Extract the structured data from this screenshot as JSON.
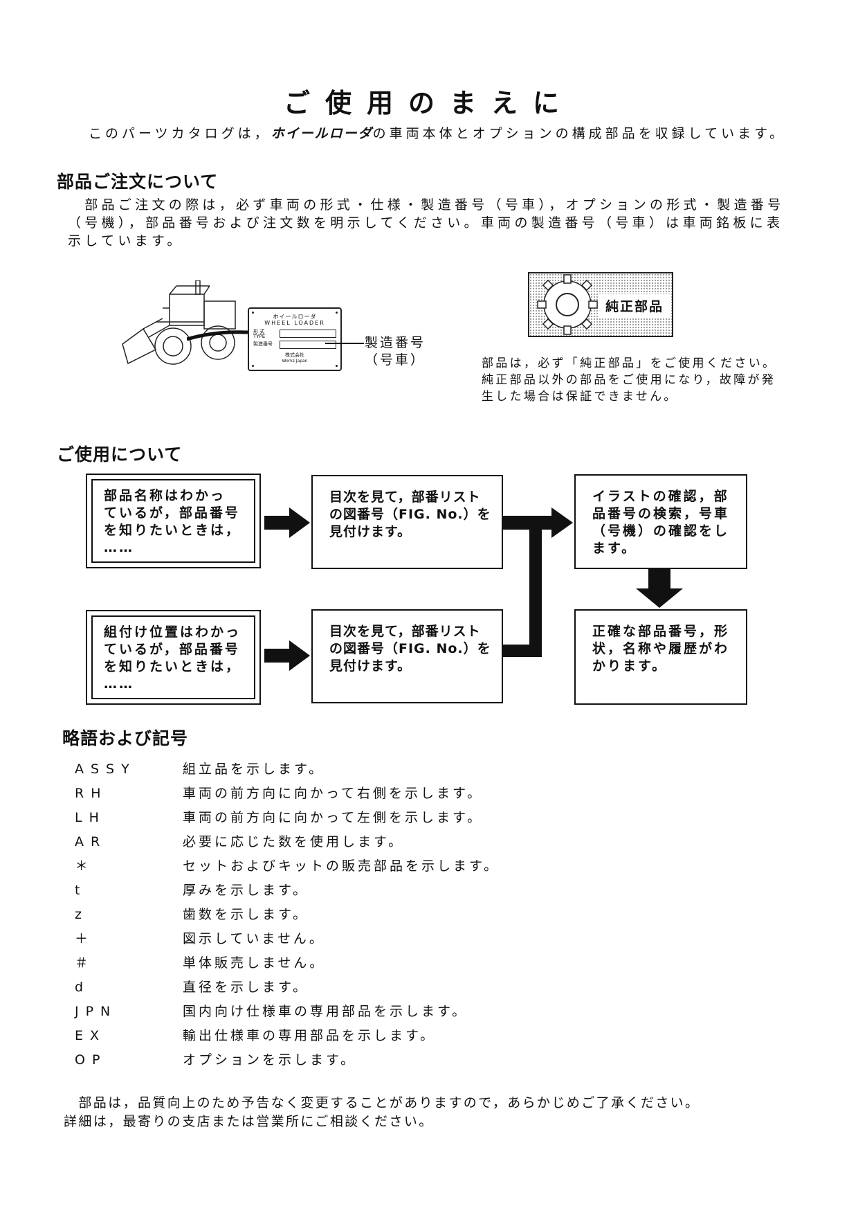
{
  "page": {
    "title": "ご使用のまえに",
    "intro_before": "このパーツカタログは，",
    "intro_brand": "ホイールローダ",
    "intro_after": "の車両本体とオプションの構成部品を収録しています。"
  },
  "ordering": {
    "heading": "部品ご注文について",
    "lines": [
      "　部品ご注文の際は，必ず車両の形式・仕様・製造番号（号車），オプションの形式・製造番号",
      "（号機），部品番号および注文数を明示してください。車両の製造番号（号車）は車両銘板に表",
      "示しています。"
    ],
    "plate": {
      "line1": "ホイールローダ",
      "line2": "WHEEL LOADER",
      "line3": "形 式",
      "line4": "TYPE",
      "line5": "製造番号",
      "maker": "株式会社",
      "maker_en": "Works Japan"
    },
    "callout_line1": "製造番号",
    "callout_line2": "（号車）",
    "genuine_label": "純正部品",
    "genuine_lines": [
      "部品は，必ず「純正部品」をご使用ください。",
      "純正部品以外の部品をご使用になり，故障が発",
      "生した場合は保証できません。"
    ]
  },
  "usage": {
    "heading": "ご使用について",
    "box1": [
      "部品名称はわかっ",
      "ているが，部品番号",
      "を知りたいときは，",
      "……"
    ],
    "box2": [
      "目次を見て，部番リスト",
      "の図番号（FIG. No.）を",
      "見付けます。"
    ],
    "box3": [
      "イラストの確認，部",
      "品番号の検索，号車",
      "（号機）の確認をし",
      "ます。"
    ],
    "box4": [
      "組付け位置はわかっ",
      "ているが，部品番号",
      "を知りたいときは，",
      "……"
    ],
    "box5": [
      "目次を見て，部番リスト",
      "の図番号（FIG. No.）を",
      "見付けます。"
    ],
    "box6": [
      "正確な部品番号，形",
      "状，名称や履歴がわ",
      "かります。"
    ]
  },
  "abbreviations": {
    "heading": "略語および記号",
    "items": [
      {
        "code": "ASSY",
        "desc": "組立品を示します。"
      },
      {
        "code": "RH",
        "desc": "車両の前方向に向かって右側を示します。"
      },
      {
        "code": "LH",
        "desc": "車両の前方向に向かって左側を示します。"
      },
      {
        "code": "AR",
        "desc": "必要に応じた数を使用します。"
      },
      {
        "code": "＊",
        "desc": "セットおよびキットの販売部品を示します。"
      },
      {
        "code": "t",
        "desc": "厚みを示します。"
      },
      {
        "code": "z",
        "desc": "歯数を示します。"
      },
      {
        "code": "＋",
        "desc": "図示していません。"
      },
      {
        "code": "＃",
        "desc": "単体販売しません。"
      },
      {
        "code": "d",
        "desc": "直径を示します。"
      },
      {
        "code": "JPN",
        "desc": "国内向け仕様車の専用部品を示します。"
      },
      {
        "code": "EX",
        "desc": "輸出仕様車の専用部品を示します。"
      },
      {
        "code": "OP",
        "desc": "オプションを示します。"
      }
    ]
  },
  "footer": {
    "line1": "　部品は，品質向上のため予告なく変更することがありますので，あらかじめご了承ください。",
    "line2": "詳細は，最寄りの支店または営業所にご相談ください。"
  }
}
